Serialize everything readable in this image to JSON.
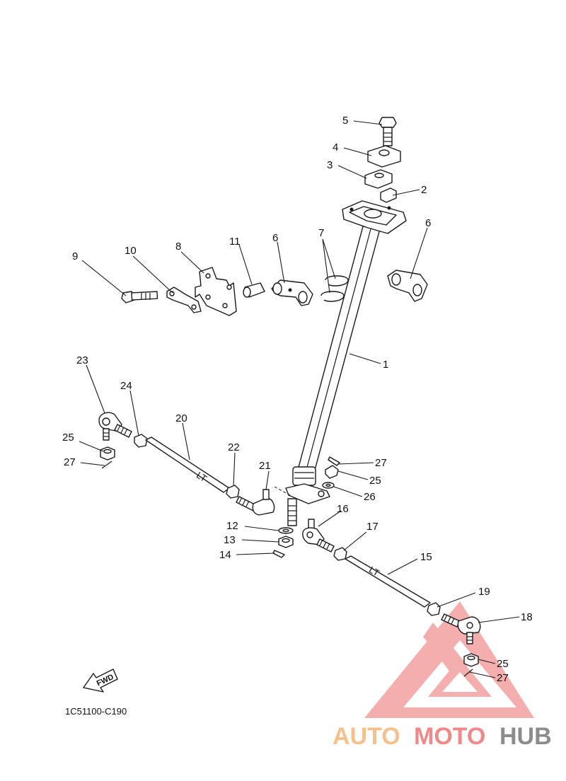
{
  "diagram_code": "1C51100-C190",
  "fwd_label": "FWD",
  "watermark": {
    "part1": "AUTO",
    "part2": "MOTO",
    "part3": "HUB",
    "colors": {
      "auto": "#f5c08a",
      "moto": "#f08a8a",
      "hub": "#8c8c8c",
      "triangle": "#f4a0a0"
    }
  },
  "callouts": {
    "c1": "1",
    "c2": "2",
    "c3": "3",
    "c4": "4",
    "c5": "5",
    "c6a": "6",
    "c6b": "6",
    "c7": "7",
    "c8": "8",
    "c9": "9",
    "c10": "10",
    "c11": "11",
    "c12": "12",
    "c13": "13",
    "c14": "14",
    "c15": "15",
    "c16": "16",
    "c17": "17",
    "c18": "18",
    "c19": "19",
    "c20": "20",
    "c21": "21",
    "c22": "22",
    "c23": "23",
    "c24": "24",
    "c25a": "25",
    "c25b": "25",
    "c25c": "25",
    "c26": "26",
    "c27a": "27",
    "c27b": "27",
    "c27c": "27"
  }
}
